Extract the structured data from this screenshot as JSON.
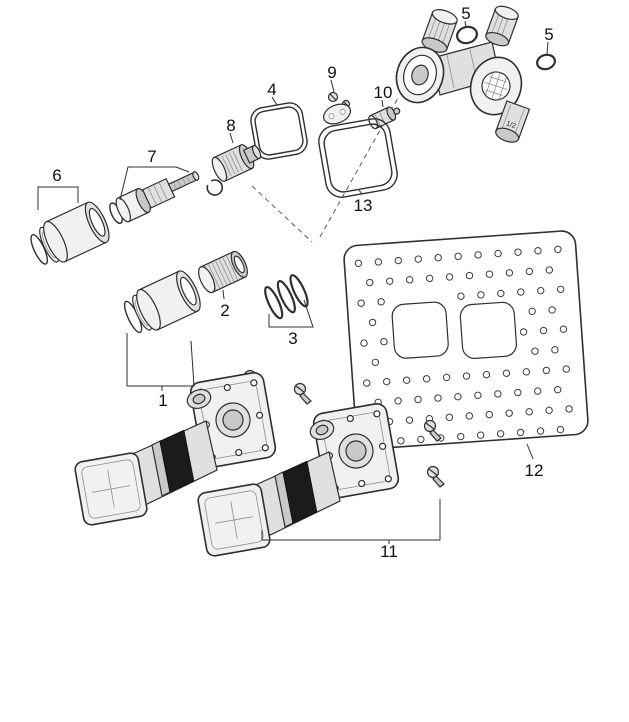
{
  "diagram": {
    "background": "#ffffff",
    "line_color": "#2f2f2f",
    "fill_light": "#f1f1f1",
    "rubber_color": "#1b1b1b",
    "labels": {
      "p1": "1",
      "p2": "2",
      "p3": "3",
      "p4": "4",
      "p5a": "5",
      "p5b": "5",
      "p6": "6",
      "p7": "7",
      "p8": "8",
      "p9": "9",
      "p10": "10",
      "p11": "11",
      "p12": "12",
      "p13": "13"
    },
    "markings": {
      "port_size": "1/2"
    }
  }
}
